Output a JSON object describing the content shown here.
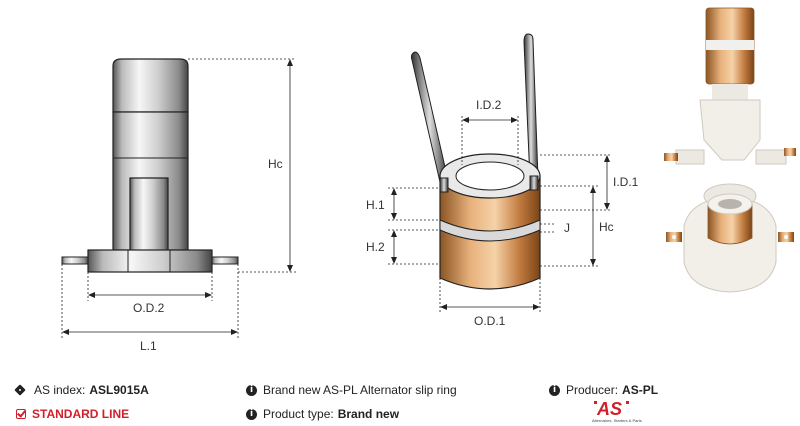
{
  "dimensions": {
    "hc_left": "Hc",
    "od2": "O.D.2",
    "l1": "L.1",
    "id2": "I.D.2",
    "id1": "I.D.1",
    "h1": "H.1",
    "h2": "H.2",
    "j": "J",
    "hc_right": "Hc",
    "od1": "O.D.1"
  },
  "info": {
    "as_index_label": "AS index:",
    "as_index_value": "ASL9015A",
    "standard_line": "STANDARD LINE",
    "description": "Brand new AS-PL Alternator slip ring",
    "product_type_label": "Product type:",
    "product_type_value": "Brand new",
    "producer_label": "Producer:",
    "producer_value": "AS-PL"
  },
  "logo": {
    "mark": "AS",
    "tagline": "Alternators, Starters & Parts"
  },
  "icons": {
    "as_index": "tag-icon",
    "standard_line": "check-square-icon",
    "description": "info-icon",
    "product_type": "info-icon",
    "producer": "info-icon"
  },
  "colors": {
    "accent": "#d0202a",
    "copper": "#c98a52",
    "plastic": "#f1efe8"
  }
}
